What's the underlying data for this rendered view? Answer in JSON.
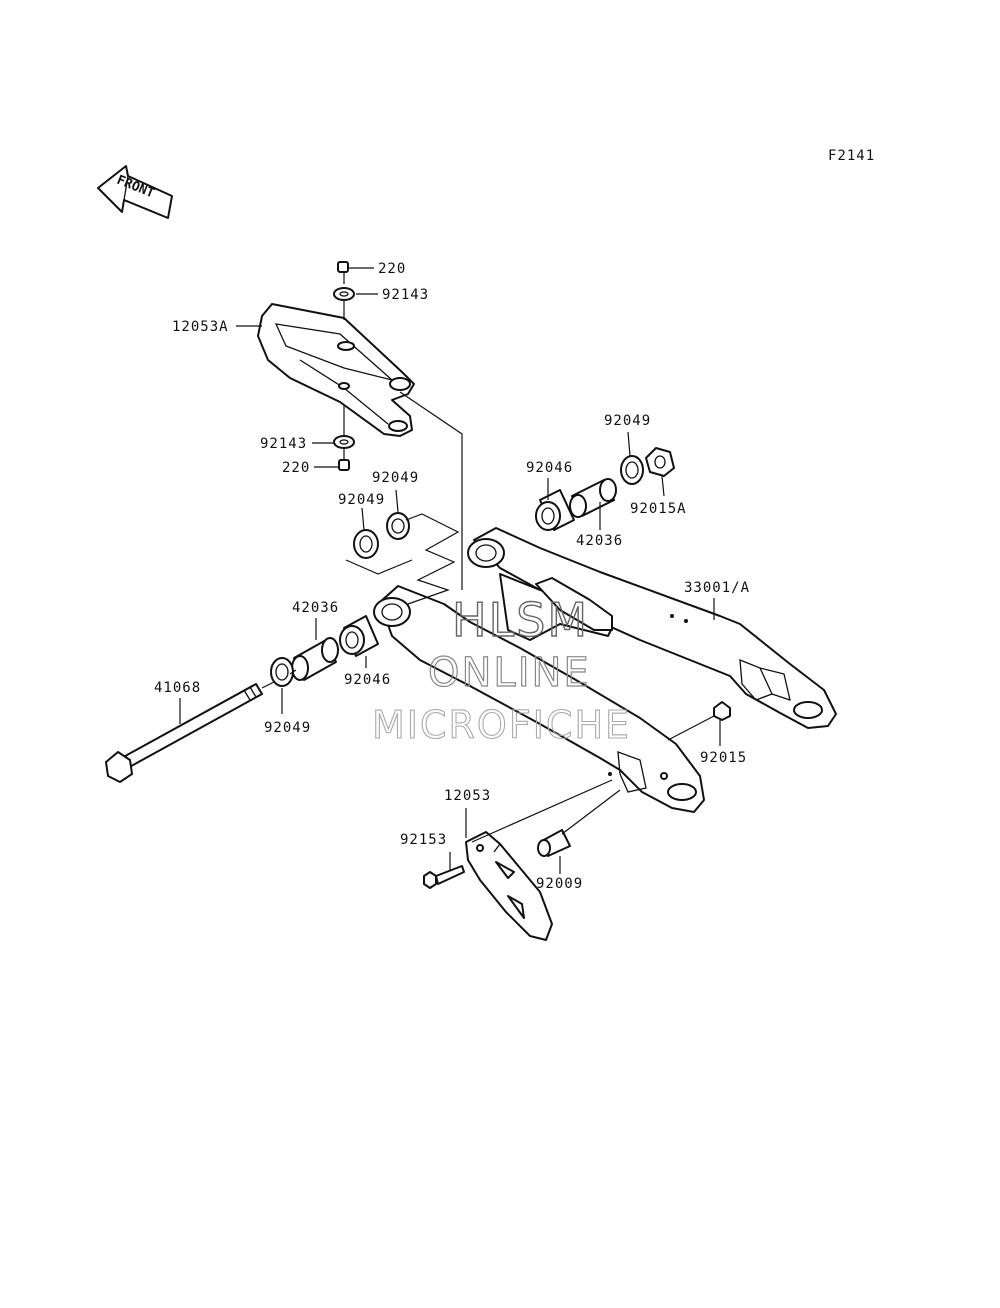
{
  "figure_code": "F2141",
  "direction_label": "FRONT",
  "watermark": {
    "line1": "HLSM",
    "line2": "ONLINE",
    "line3": "MICROFICHE"
  },
  "callouts": [
    {
      "id": "c220-top",
      "text": "220"
    },
    {
      "id": "c92143-top",
      "text": "92143"
    },
    {
      "id": "c12053A",
      "text": "12053A"
    },
    {
      "id": "c92143-bot",
      "text": "92143"
    },
    {
      "id": "c220-bot",
      "text": "220"
    },
    {
      "id": "c92049-ul",
      "text": "92049"
    },
    {
      "id": "c92049-l",
      "text": "92049"
    },
    {
      "id": "c92046-r",
      "text": "92046"
    },
    {
      "id": "c92049-r",
      "text": "92049"
    },
    {
      "id": "c92015A",
      "text": "92015A"
    },
    {
      "id": "c42036-r",
      "text": "42036"
    },
    {
      "id": "c33001A",
      "text": "33001/A"
    },
    {
      "id": "c42036-l",
      "text": "42036"
    },
    {
      "id": "c41068",
      "text": "41068"
    },
    {
      "id": "c92046-l",
      "text": "92046"
    },
    {
      "id": "c92049-bl",
      "text": "92049"
    },
    {
      "id": "c92015",
      "text": "92015"
    },
    {
      "id": "c12053",
      "text": "12053"
    },
    {
      "id": "c92153",
      "text": "92153"
    },
    {
      "id": "c92009",
      "text": "92009"
    }
  ]
}
